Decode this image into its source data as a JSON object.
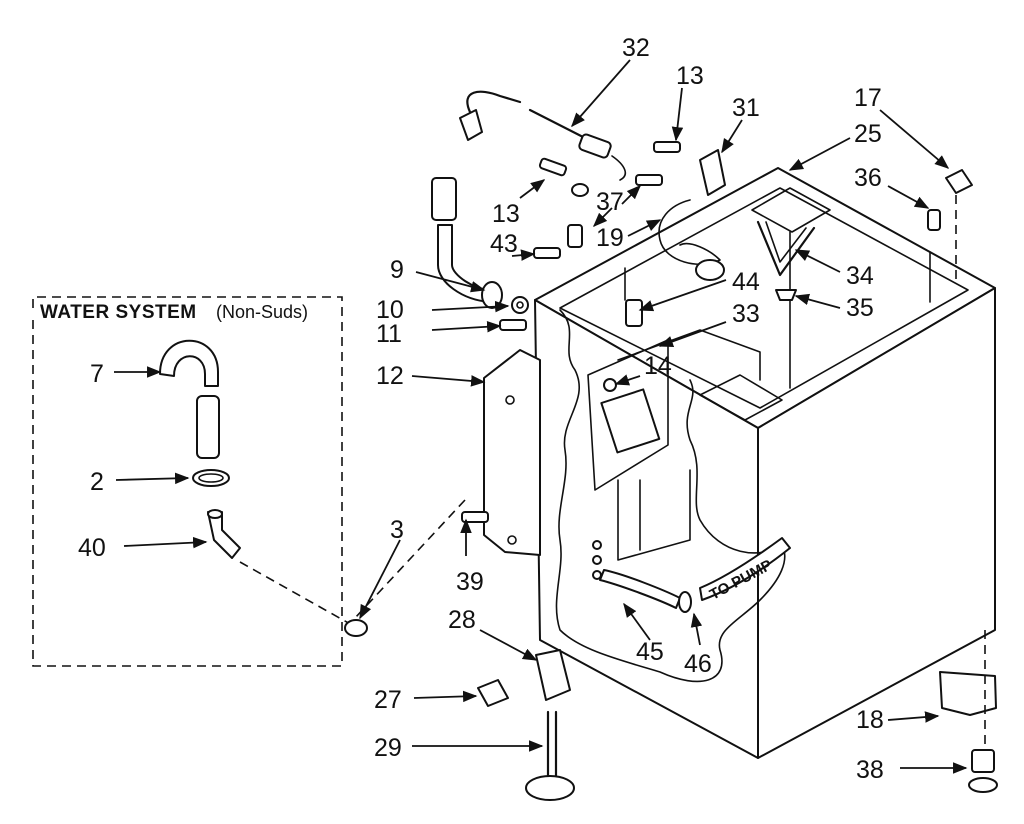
{
  "water_system_box": {
    "title": "WATER SYSTEM",
    "subtitle": "(Non-Suds)"
  },
  "pump_label": "TO PUMP",
  "callouts": {
    "c32": "32",
    "c13a": "13",
    "c31": "31",
    "c17": "17",
    "c25": "25",
    "c36": "36",
    "c13b": "13",
    "c37": "37",
    "c19": "19",
    "c43": "43",
    "c34": "34",
    "c9": "9",
    "c44": "44",
    "c35": "35",
    "c10": "10",
    "c33": "33",
    "c11": "11",
    "c7": "7",
    "c12": "12",
    "c14": "14",
    "c2": "2",
    "c3": "3",
    "c40": "40",
    "c39": "39",
    "c28": "28",
    "c45": "45",
    "c46": "46",
    "c27": "27",
    "c18": "18",
    "c29": "29",
    "c38": "38"
  }
}
